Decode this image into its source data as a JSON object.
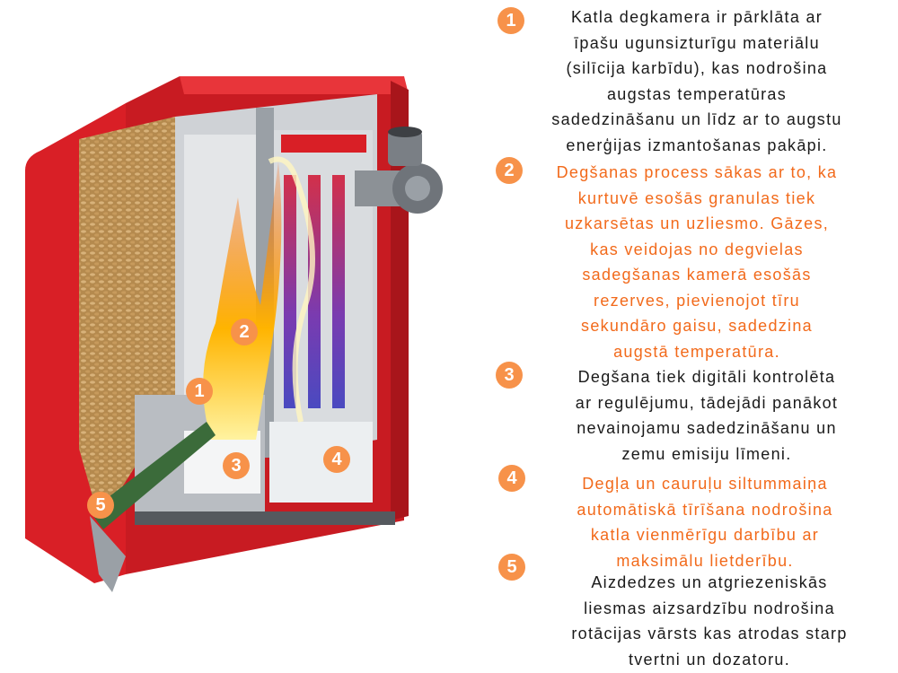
{
  "colors": {
    "badge": "#f7924a",
    "orange_text": "#f26a1b",
    "dark_text": "#1a1a1a",
    "casing_red": "#d91f26"
  },
  "diagram_badges": [
    "1",
    "2",
    "3",
    "4",
    "5"
  ],
  "items": [
    {
      "number": "1",
      "color": "dark",
      "lines": [
        "Katla degkamera ir pārklāta ar",
        "īpašu ugunsizturīgu materiālu",
        "(silīcija karbīdu), kas nodrošina",
        "augstas temperatūras",
        "sadedzināšanu un līdz ar to augstu",
        "enerģijas izmantošanas pakāpi."
      ]
    },
    {
      "number": "2",
      "color": "orange",
      "lines": [
        "Degšanas process sākas ar to, ka",
        "kurtuvē esošās granulas tiek",
        "uzkarsētas un uzliesmo. Gāzes,",
        "kas veidojas no degvielas",
        "sadegšanas kamerā esošās",
        "rezerves, pievienojot tīru",
        "sekundāro gaisu, sadedzina",
        "augstā temperatūra."
      ]
    },
    {
      "number": "3",
      "color": "dark",
      "lines": [
        "Degšana tiek digitāli kontrolēta",
        "ar regulējumu, tādejādi panākot",
        "nevainojamu sadedzināšanu un",
        "zemu emisiju līmeni."
      ]
    },
    {
      "number": "4",
      "color": "orange",
      "lines": [
        "Degļa un cauruļu siltummaiņa",
        "automātiskā tīrīšana nodrošina",
        "katla vienmērīgu darbību ar",
        "maksimālu lietderību."
      ]
    },
    {
      "number": "5",
      "color": "dark",
      "lines": [
        "Aizdedzes un atgriezeniskās",
        "liesmas aizsardzību nodrošina",
        "rotācijas vārsts kas atrodas starp",
        "tvertni un dozatoru."
      ]
    }
  ]
}
